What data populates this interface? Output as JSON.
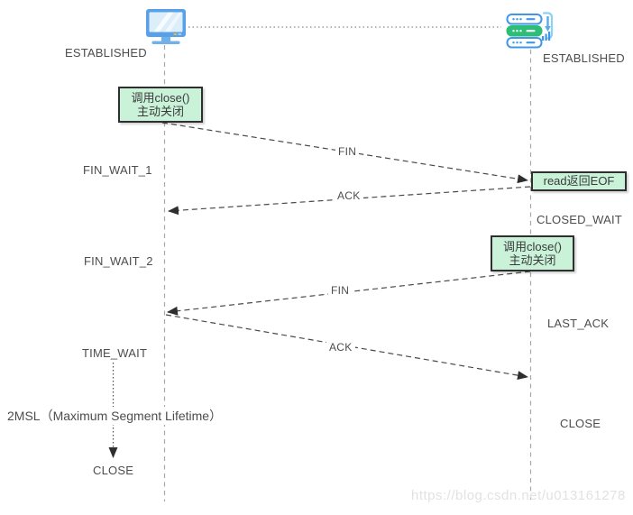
{
  "client": {
    "state_established": "ESTABLISHED",
    "close_box": {
      "line1": "调用close()",
      "line2": "主动关闭"
    },
    "state_fin_wait_1": "FIN_WAIT_1",
    "state_fin_wait_2": "FIN_WAIT_2",
    "state_time_wait": "TIME_WAIT",
    "msl_note": "2MSL（Maximum Segment Lifetime）",
    "state_close": "CLOSE"
  },
  "server": {
    "state_established": "ESTABLISHED",
    "read_eof_box": "read返回EOF",
    "state_closed_wait": "CLOSED_WAIT",
    "close_box": {
      "line1": "调用close()",
      "line2": "主动关闭"
    },
    "state_last_ack": "LAST_ACK",
    "state_close": "CLOSE"
  },
  "messages": {
    "fin_1": "FIN",
    "ack_1": "ACK",
    "fin_2": "FIN",
    "ack_2": "ACK"
  },
  "watermark": "https://blog.csdn.net/u013161278",
  "colors": {
    "box_fill": "#c9f2d8",
    "box_border": "#2f2f2f",
    "arrow": "#4a4a4a",
    "lifeline": "#a8a8a8",
    "text": "#4d4d4d",
    "watermark": "#e2e2e2",
    "icon_blue": "#3e97e8",
    "icon_green": "#2ebd77"
  }
}
